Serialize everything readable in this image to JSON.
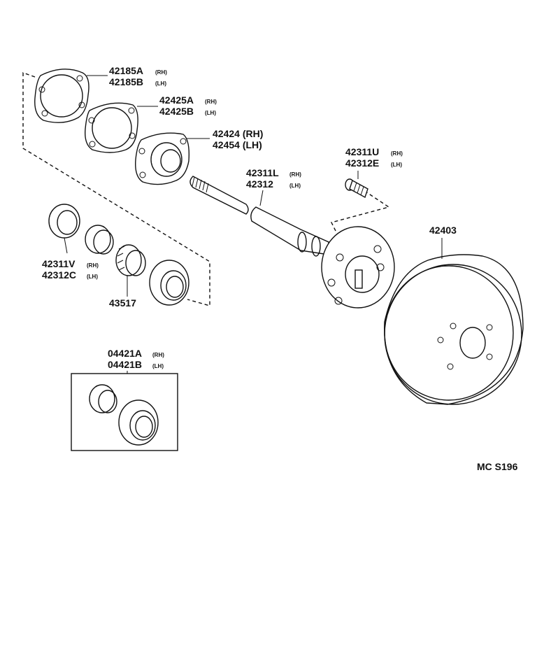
{
  "callouts": {
    "gasket_outer": {
      "code_a": "42185A",
      "side_a": "(RH)",
      "code_b": "42185B",
      "side_b": "(LH)"
    },
    "gasket_inner": {
      "code_a": "42425A",
      "side_a": "(RH)",
      "code_b": "42425B",
      "side_b": "(LH)"
    },
    "retainer_plate": {
      "line_a": "42424 (RH)",
      "line_b": "42454 (LH)"
    },
    "hub_bolt": {
      "code_a": "42311U",
      "side_a": "(RH)",
      "code_b": "42312E",
      "side_b": "(LH)"
    },
    "axle_shaft": {
      "code_a": "42311L",
      "side_a": "(RH)",
      "code_b": "42312",
      "side_b": "(LH)"
    },
    "oil_seal": {
      "code_a": "42311V",
      "side_a": "(RH)",
      "code_b": "42312C",
      "side_b": "(LH)"
    },
    "bearing_retainer": {
      "code": "43517"
    },
    "bearing_kit": {
      "code_a": "04421A",
      "side_a": "(RH)",
      "code_b": "04421B",
      "side_b": "(LH)"
    },
    "brake_drum": {
      "code": "42403"
    }
  },
  "figure_code": "MC S196"
}
